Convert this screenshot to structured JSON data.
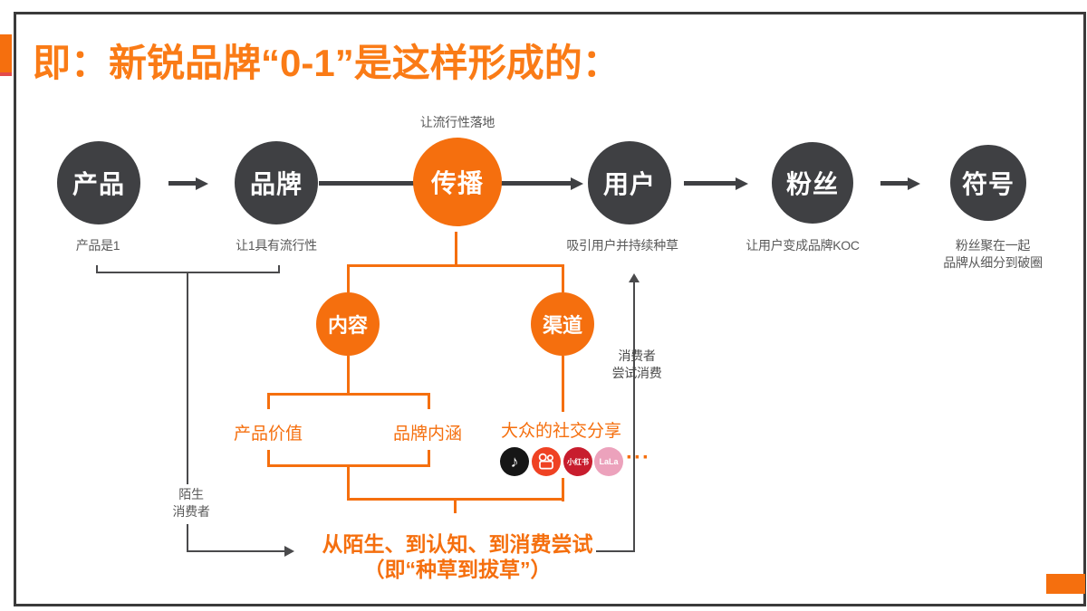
{
  "colors": {
    "accent": "#F56F0E",
    "accentTitle": "#FA7B16",
    "underline": "#E34B4B",
    "dark": "#3F4043",
    "line": "#4A4A4C",
    "gray": "#595959",
    "douyin": "#161616",
    "kuaishou": "#EF4223",
    "xhs": "#C81D2E",
    "pink": "#ECA2BC"
  },
  "title": "即：新锐品牌“0-1”是这样形成的：",
  "flow": {
    "nodes": [
      {
        "label": "产品",
        "caption": "产品是1"
      },
      {
        "label": "品牌",
        "caption": "让1具有流行性"
      },
      {
        "label": "传播",
        "caption_above": "让流行性落地"
      },
      {
        "label": "用户",
        "caption": "吸引用户并持续种草"
      },
      {
        "label": "粉丝",
        "caption": "让用户变成品牌KOC"
      },
      {
        "label": "符号",
        "caption": "粉丝聚在一起\n品牌从细分到破圈"
      }
    ]
  },
  "spread": {
    "content_label": "内容",
    "channel_label": "渠道",
    "content_items": [
      "产品价值",
      "品牌内涵"
    ],
    "social": {
      "heading": "大众的社交分享",
      "icons": [
        {
          "name": "douyin",
          "glyph": "♪"
        },
        {
          "name": "kuaishou"
        },
        {
          "name": "xiaohongshu",
          "text": "小红书"
        },
        {
          "name": "pink-app",
          "text": "LaLa"
        }
      ],
      "more": "···"
    }
  },
  "left_path": {
    "label": "陌生\n消费者"
  },
  "right_path": {
    "label": "消费者\n尝试消费"
  },
  "conclusion": {
    "line1": "从陌生、到认知、到消费尝试",
    "line2": "（即“种草到拔草”）"
  }
}
